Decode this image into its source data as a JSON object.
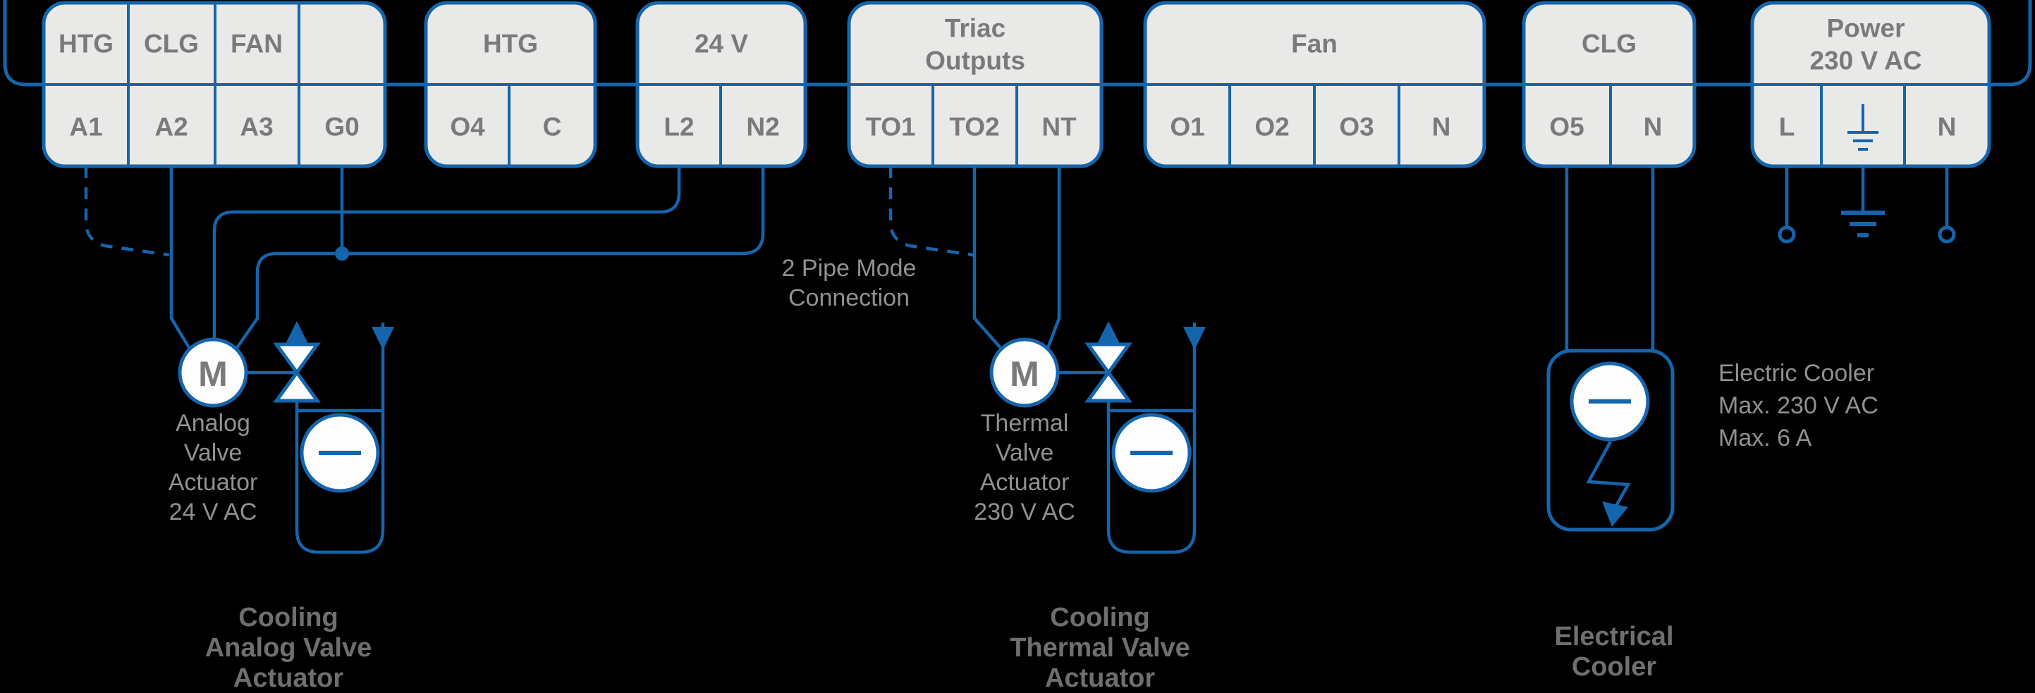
{
  "blocks": [
    {
      "headers": [
        "HTG",
        "CLG",
        "FAN",
        ""
      ],
      "terminals": [
        "A1",
        "A2",
        "A3",
        "G0"
      ]
    },
    {
      "header": "HTG",
      "terminals": [
        "O4",
        "C"
      ]
    },
    {
      "header": "24 V",
      "terminals": [
        "L2",
        "N2"
      ]
    },
    {
      "header1": "Triac",
      "header2": "Outputs",
      "terminals": [
        "TO1",
        "TO2",
        "NT"
      ]
    },
    {
      "header": "Fan",
      "terminals": [
        "O1",
        "O2",
        "O3",
        "N"
      ]
    },
    {
      "header": "CLG",
      "terminals": [
        "O5",
        "N"
      ]
    },
    {
      "header1": "Power",
      "header2": "230 V AC",
      "terminals": [
        "L",
        "N"
      ]
    }
  ],
  "labels": {
    "motor": "M",
    "analog_valve_note": [
      "Analog",
      "Valve",
      "Actuator",
      "24 V AC"
    ],
    "thermal_valve_note": [
      "Thermal",
      "Valve",
      "Actuator",
      "230 V AC"
    ],
    "two_pipe_note": [
      "2 Pipe Mode",
      "Connection"
    ],
    "cooler_note": [
      "Electric Cooler",
      "Max. 230 V AC",
      "Max. 6 A"
    ],
    "caption_analog": [
      "Cooling",
      "Analog Valve",
      "Actuator"
    ],
    "caption_thermal": [
      "Cooling",
      "Thermal Valve",
      "Actuator"
    ],
    "caption_cooler": [
      "Electrical",
      "Cooler"
    ]
  },
  "icons": {
    "valve": "two-way-valve-icon",
    "motor": "motor-circle-icon",
    "heat_exchanger": "coil-circle-minus-icon",
    "lightning": "lightning-arrow-icon",
    "ground": "earth-ground-icon",
    "open_terminal": "open-circle-terminal-icon"
  },
  "colors": {
    "wire_blue": "#1565ac",
    "block_fill": "#e9e9e8",
    "block_text": "#7a7a7a",
    "note_text": "#8f9194",
    "caption_text": "#6d6f71",
    "background": "#000000"
  }
}
